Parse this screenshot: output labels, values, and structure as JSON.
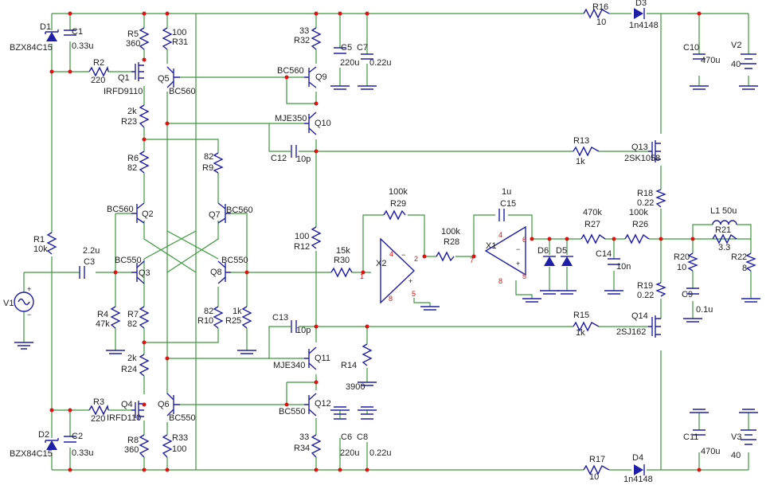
{
  "labels": {
    "D1": "D1",
    "D1v": "BZX84C15",
    "C1": "C1",
    "C1v": "0.33u",
    "R2": "R2",
    "R2v": "220",
    "Q1": "Q1",
    "Q1v": "IRFD9110",
    "R5": "R5",
    "R5v": "360",
    "R31": "R31",
    "R31v": "100",
    "Q5": "Q5",
    "Q5v": "BC560",
    "R23": "R23",
    "R23v": "2k",
    "R6": "R6",
    "R6v": "82",
    "R9": "R9",
    "R9v": "82",
    "Q2": "Q2",
    "Q2v": "BC560",
    "Q7": "Q7",
    "Q7v": "BC560",
    "R1": "R1",
    "R1v": "10k",
    "C3": "C3",
    "C3v": "2.2u",
    "Q3": "Q3",
    "Q3v": "BC550",
    "Q8": "Q8",
    "Q8v": "BC550",
    "V1": "V1",
    "R4": "R4",
    "R4v": "47k",
    "R7": "R7",
    "R7v": "82",
    "R10": "R10",
    "R10v": "82",
    "R25": "R25",
    "R25v": "1k",
    "R24": "R24",
    "R24v": "2k",
    "Q4": "Q4",
    "Q4v": "IRFD110",
    "R3": "R3",
    "R3v": "220",
    "Q6": "Q6",
    "Q6v": "BC550",
    "D2": "D2",
    "D2v": "BZX84C15",
    "C2": "C2",
    "C2v": "0.33u",
    "R8": "R8",
    "R8v": "360",
    "R33": "R33",
    "R33v": "100",
    "R32": "R32",
    "R32v": "33",
    "Q9": "Q9",
    "Q9v": "BC560",
    "Q10": "Q10",
    "Q10v": "MJE350",
    "C12": "C12",
    "C12v": "10p",
    "R12": "R12",
    "R12v": "100",
    "C13": "C13",
    "C13v": "10p",
    "Q11": "Q11",
    "Q11v": "MJE340",
    "Q12": "Q12",
    "Q12v": "BC550",
    "R34": "R34",
    "R34v": "33",
    "C5": "C5",
    "C5v": "220u",
    "C7": "C7",
    "C7v": "0.22u",
    "C6": "C6",
    "C6v": "220u",
    "C8": "C8",
    "C8v": "0.22u",
    "R30": "R30",
    "R30v": "15k",
    "R29": "R29",
    "R29v": "100k",
    "X2": "X2",
    "R28": "R28",
    "R28v": "100k",
    "R14": "R14",
    "R14v": "3900",
    "C15": "C15",
    "C15v": "1u",
    "X1": "X1",
    "D6": "D6",
    "D5": "D5",
    "R27": "R27",
    "R27v": "470k",
    "C14": "C14",
    "C14v": "10n",
    "R26": "R26",
    "R26v": "100k",
    "R13": "R13",
    "R13v": "1k",
    "R15": "R15",
    "R15v": "1k",
    "Q13": "Q13",
    "Q13v": "2SK1058",
    "Q14": "Q14",
    "Q14v": "2SJ162",
    "R18": "R18",
    "R18v": "0.22",
    "R19": "R19",
    "R19v": "0.22",
    "L1": "L1",
    "L1v": "50u",
    "R21": "R21",
    "R21v": "3.3",
    "R20": "R20",
    "R20v": "10",
    "C9": "C9",
    "C9v": "0.1u",
    "R22": "R22",
    "R22v": "8",
    "R16": "R16",
    "R16v": "10",
    "D3": "D3",
    "D3v": "1n4148",
    "R17": "R17",
    "R17v": "10",
    "D4": "D4",
    "D4v": "1n4148",
    "C10": "C10",
    "C10v": "470u",
    "C11": "C11",
    "C11v": "470u",
    "V2": "V2",
    "V2v": "40",
    "V3": "V3",
    "V3v": "40"
  },
  "pins": {
    "x2_1": "1",
    "x2_2": "2",
    "x2_4": "4",
    "x2_5": "5",
    "x2_8": "8",
    "x1_4": "4",
    "x1_5": "5",
    "x1_6": "6",
    "x1_7": "7",
    "x1_8": "8"
  },
  "signs": {
    "plus": "+",
    "minus": "−"
  }
}
